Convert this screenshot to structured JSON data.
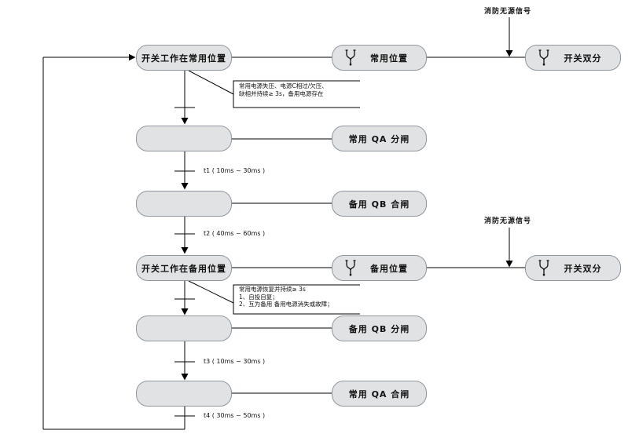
{
  "colors": {
    "box_fill": "#e1e2e4",
    "box_border": "#8f969f",
    "line": "#000000",
    "text": "#111111"
  },
  "nodes": {
    "state_normal": "开关工作在常用位置",
    "pos_normal": "常用位置",
    "double_open_top": "开关双分",
    "qa_open": "常用 QA 分闸",
    "qb_close": "备用 QB 合闸",
    "state_backup": "开关工作在备用位置",
    "pos_backup": "备用位置",
    "double_open_bottom": "开关双分",
    "qb_open": "备用 QB 分闸",
    "qa_close": "常用 QA 合闸"
  },
  "signals": {
    "fire_top": "消防无源信号",
    "fire_bottom": "消防无源信号"
  },
  "timings": {
    "t1": "t1 ( 10ms ~ 30ms )",
    "t2": "t2 ( 40ms ~ 60ms )",
    "t3": "t3 ( 10ms ~ 30ms )",
    "t4": "t4 ( 30ms ~ 50ms )"
  },
  "annotations": {
    "cond1_line1": "常用电源失压、电源C相过/欠压、",
    "cond1_line2": "缺相并持续≥ 3s，备用电源存在",
    "cond2_line1": "常用电源恢复并持续≥ 3s",
    "cond2_line2": "1、自投自复；",
    "cond2_line3": "2、互为备用 备用电源消失或故障；"
  }
}
